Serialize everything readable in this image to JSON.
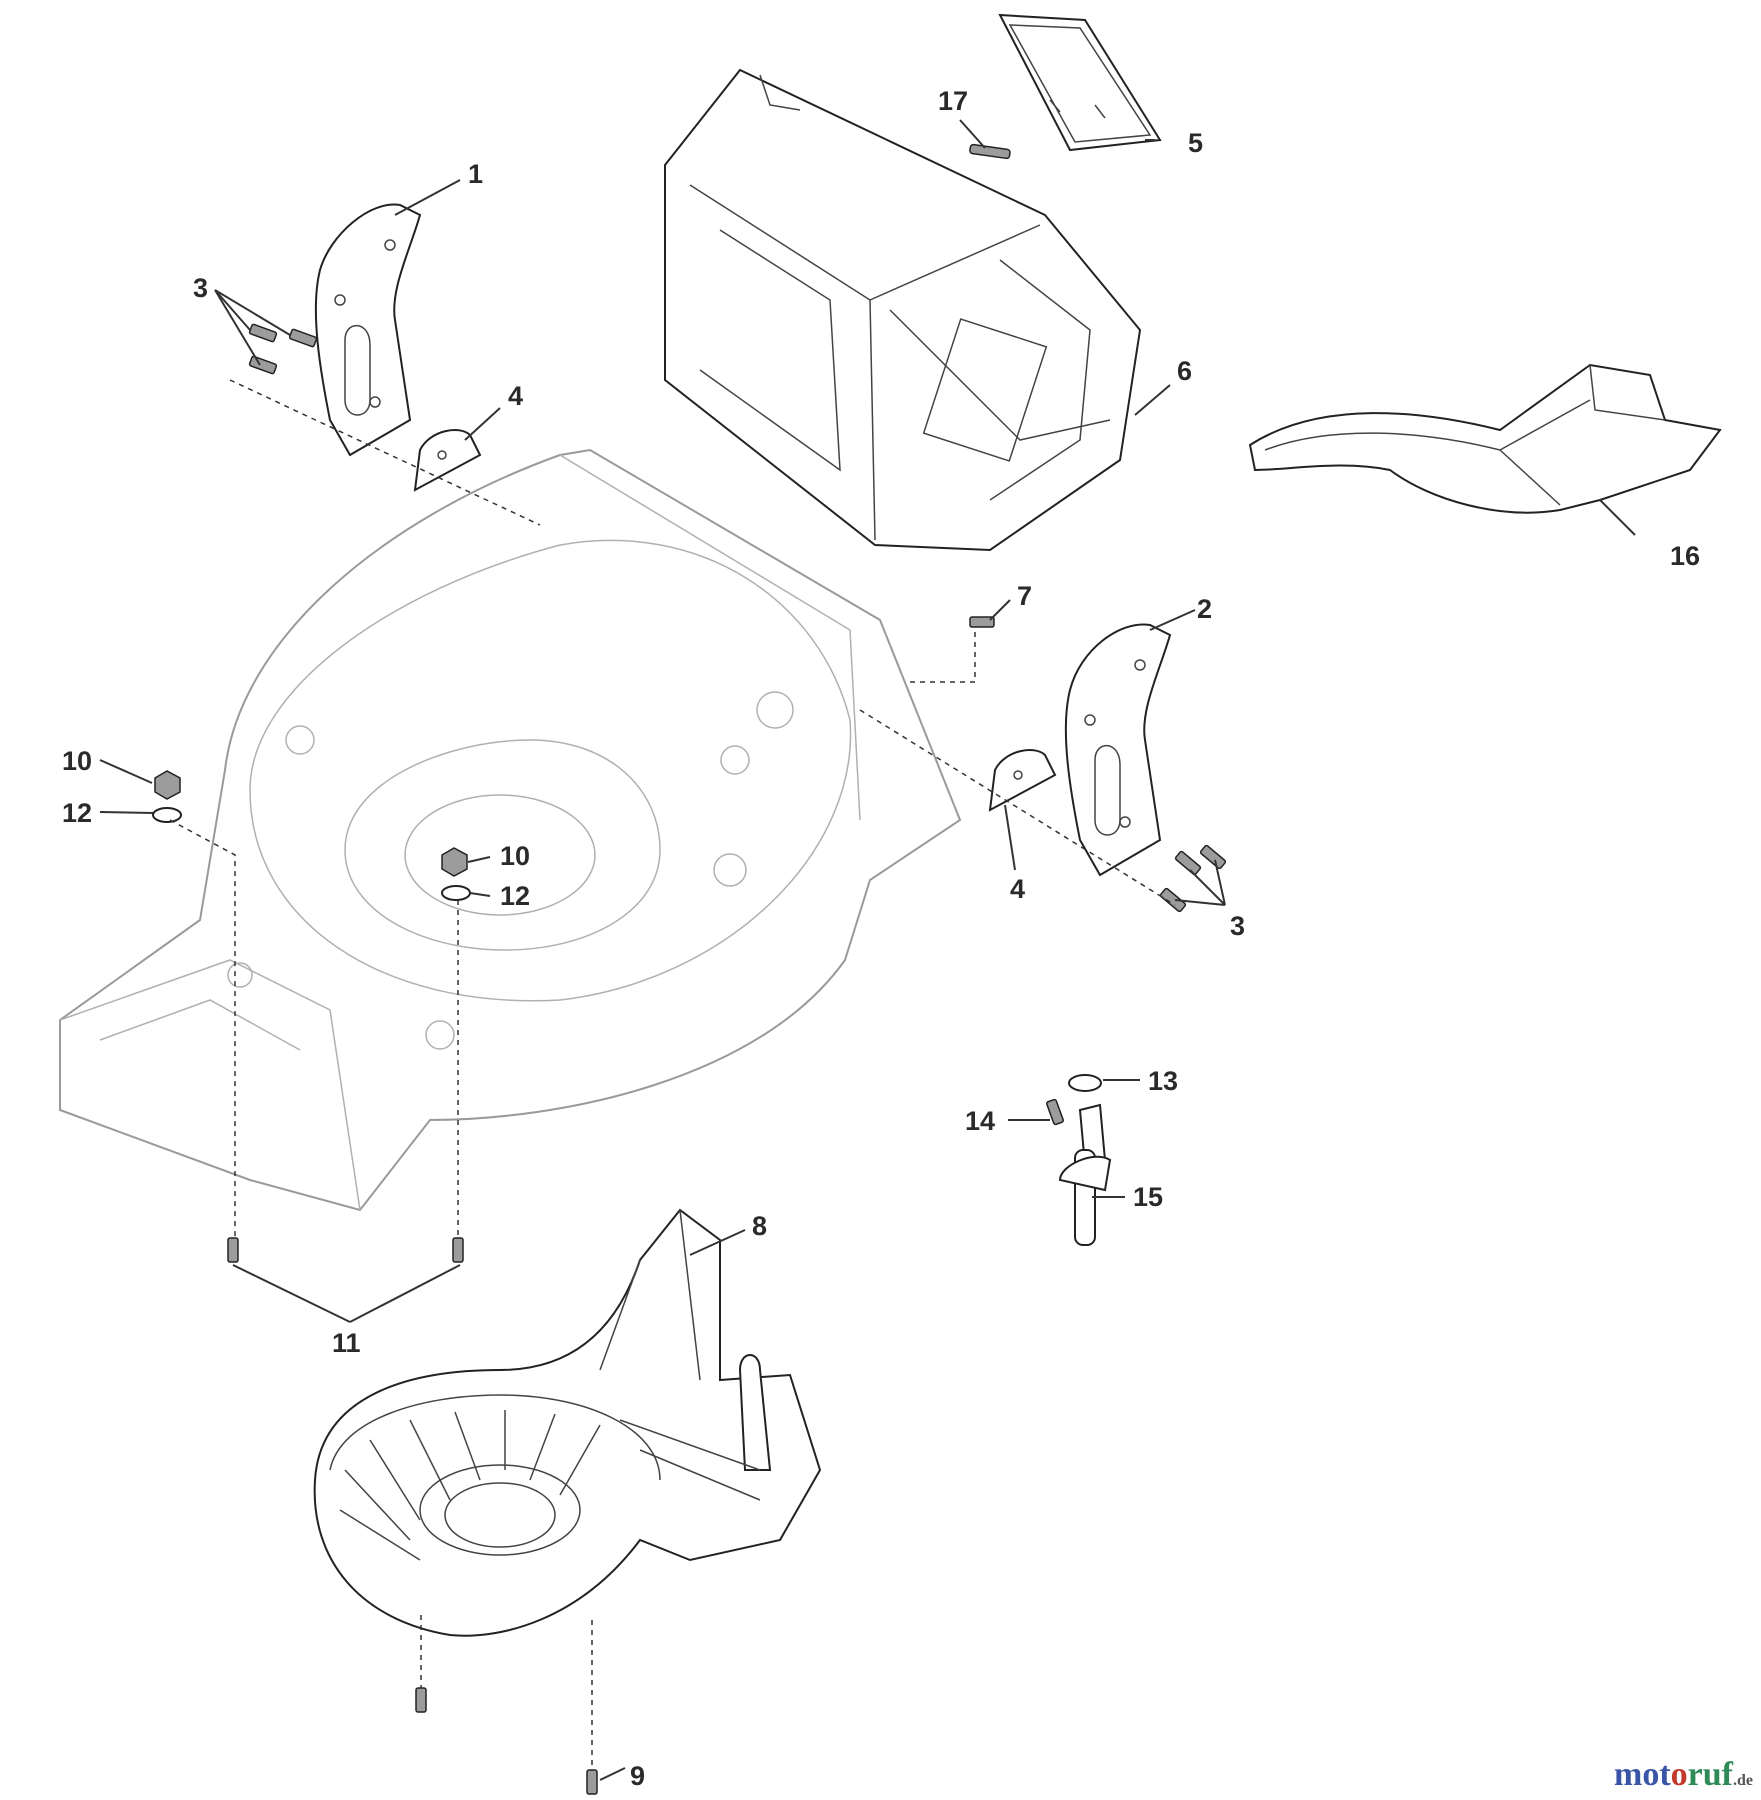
{
  "callouts": {
    "c1": "1",
    "c2": "2",
    "c3a": "3",
    "c3b": "3",
    "c4a": "4",
    "c4b": "4",
    "c5": "5",
    "c6": "6",
    "c7": "7",
    "c8": "8",
    "c9": "9",
    "c10a": "10",
    "c10b": "10",
    "c11": "11",
    "c12a": "12",
    "c12b": "12",
    "c13": "13",
    "c14": "14",
    "c15": "15",
    "c16": "16",
    "c17": "17"
  },
  "watermark": {
    "part1": "mot",
    "part2": "o",
    "part3": "ruf",
    "tld": ".de"
  }
}
